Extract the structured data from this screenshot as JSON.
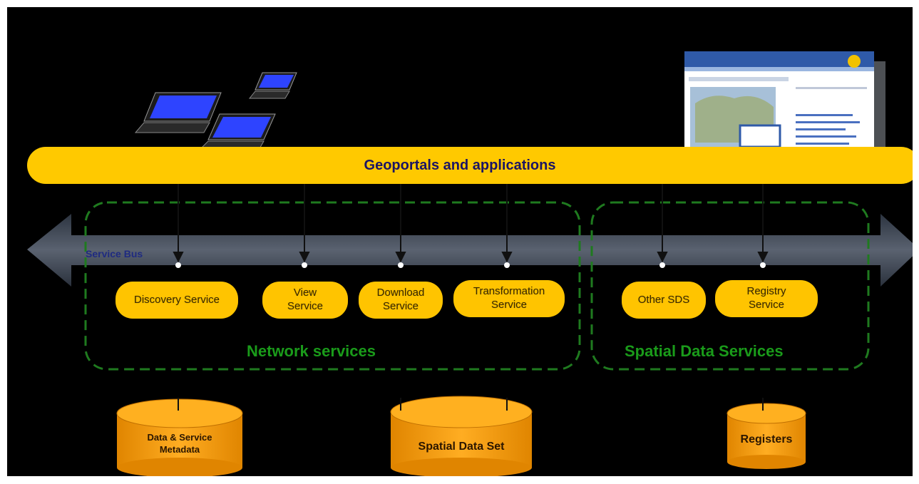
{
  "band": {
    "title": "Geoportals and applications"
  },
  "bus": {
    "label": "Service Bus"
  },
  "groups": {
    "network": {
      "label": "Network services"
    },
    "sds": {
      "label": "Spatial Data Services"
    }
  },
  "services": [
    {
      "label": "Discovery Service"
    },
    {
      "label": "View\nService"
    },
    {
      "label": "Download\nService"
    },
    {
      "label": "Transformation\nService"
    },
    {
      "label": "Other SDS"
    },
    {
      "label": "Registry\nService"
    }
  ],
  "stores": [
    {
      "label": "Data & Service\nMetadata"
    },
    {
      "label": "Spatial Data Set"
    },
    {
      "label": "Registers"
    }
  ],
  "colors": {
    "band": "#ffc900",
    "service": "#ffc400",
    "store": "#f59a10",
    "group_border": "#1f7a1f",
    "group_text": "#1a9b1a",
    "band_text": "#1b1464",
    "bus": "#3a4250"
  }
}
